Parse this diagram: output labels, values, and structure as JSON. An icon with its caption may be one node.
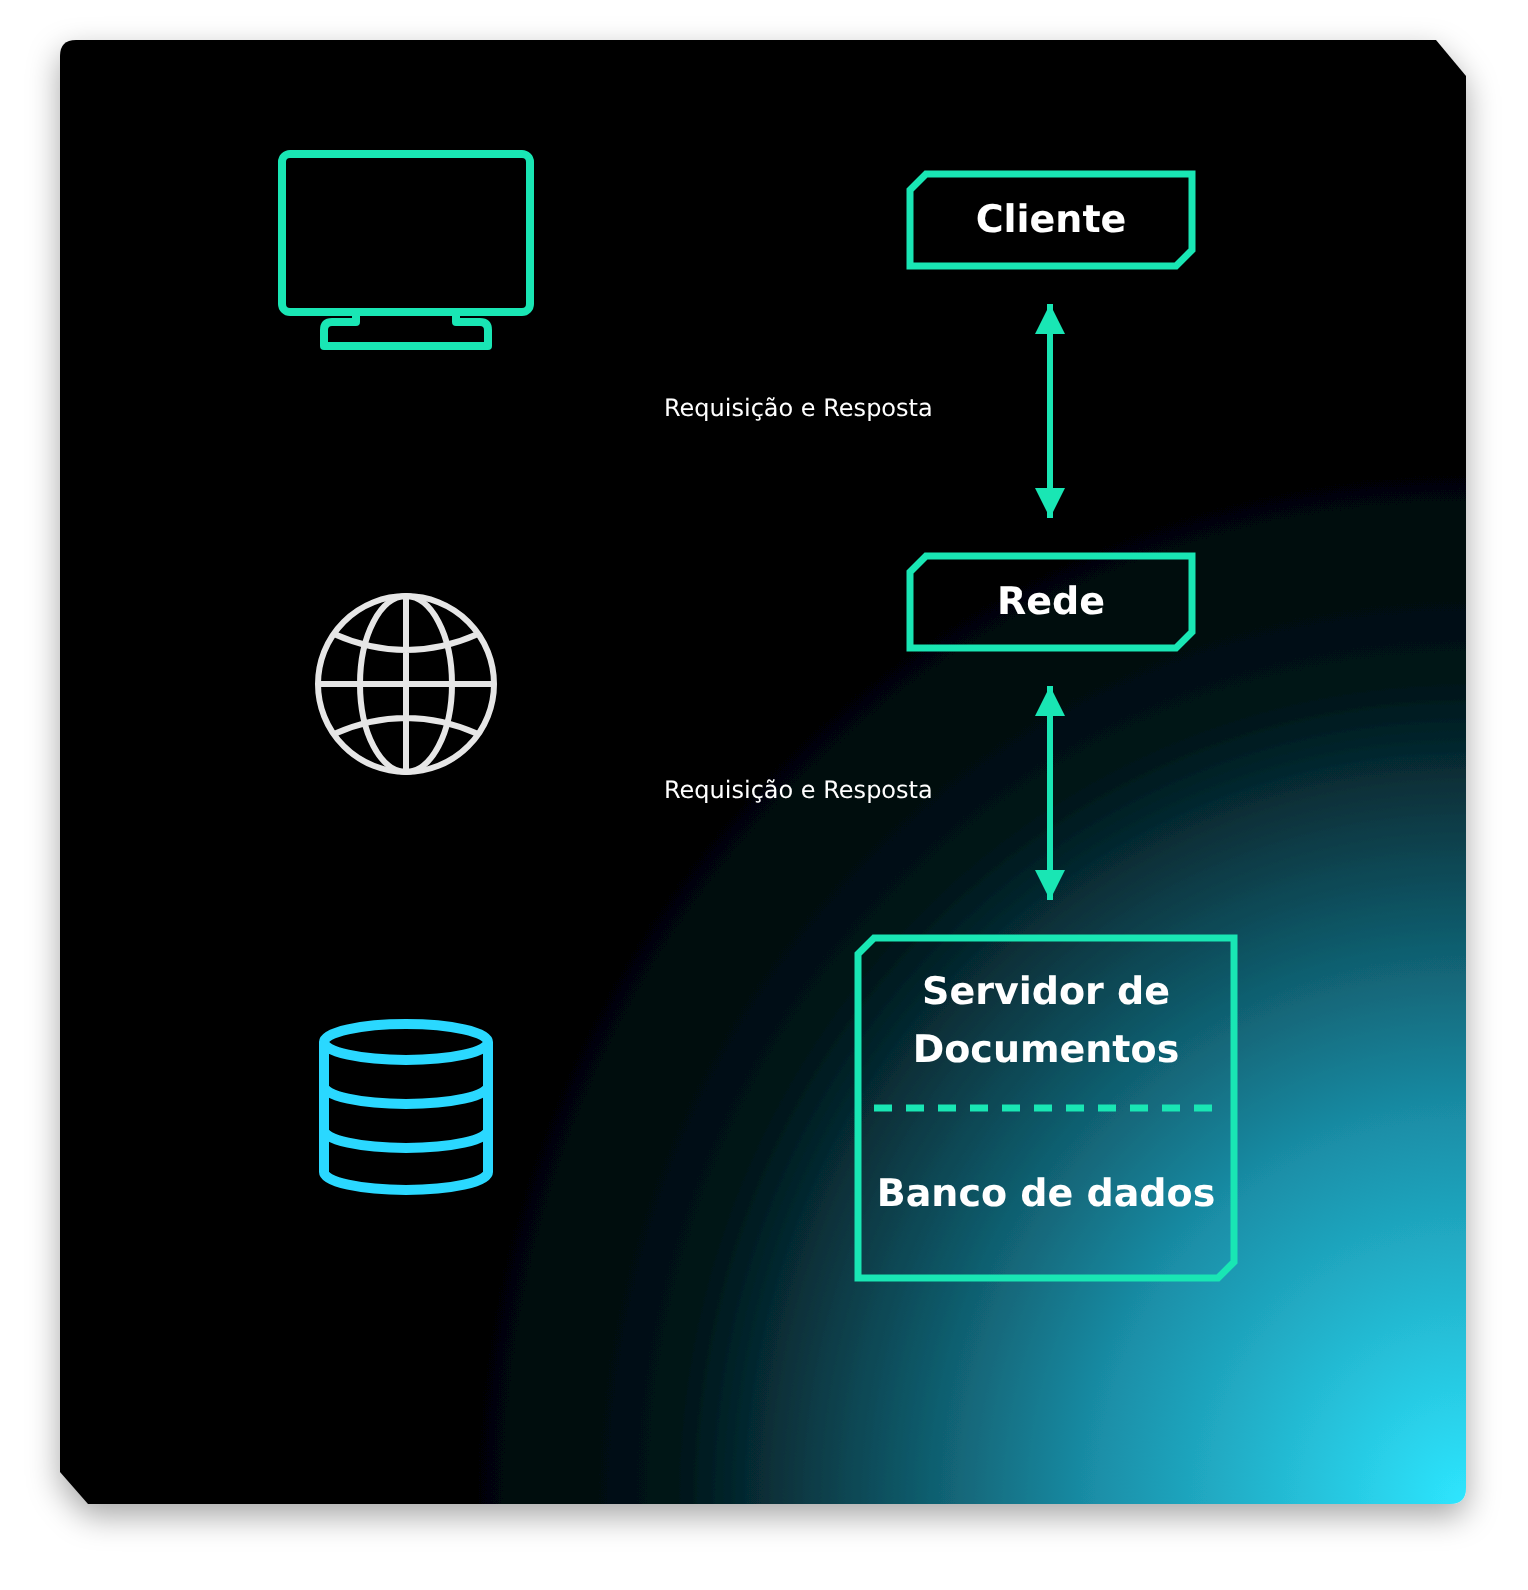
{
  "diagram": {
    "nodes": [
      {
        "text": [
          "Cliente"
        ]
      },
      {
        "text": [
          "Rede"
        ]
      },
      {
        "text": [
          "Servidor de Documentos",
          "Banco de dados"
        ]
      }
    ],
    "edges": [
      {
        "from": 0,
        "to": 1,
        "arrow": "both",
        "label": "Requisição e Resposta"
      },
      {
        "from": 1,
        "to": 2,
        "arrow": "both",
        "label": "Requisição e Resposta"
      }
    ]
  }
}
